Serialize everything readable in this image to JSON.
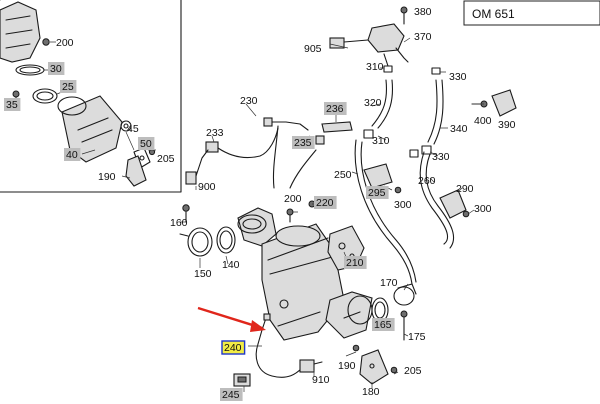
{
  "model_code": "OM 651",
  "colors": {
    "label_box": "#bdbdbd",
    "highlight_fill": "#f2ec45",
    "highlight_border": "#1f35c9",
    "arrow": "#e0261b"
  },
  "highlighted_part": "240",
  "callouts": [
    {
      "id": "c200a",
      "text": "200",
      "boxed": false
    },
    {
      "id": "c30",
      "text": "30",
      "boxed": true
    },
    {
      "id": "c25",
      "text": "25",
      "boxed": true
    },
    {
      "id": "c35",
      "text": "35",
      "boxed": true
    },
    {
      "id": "c45",
      "text": "45",
      "boxed": false
    },
    {
      "id": "c40",
      "text": "40",
      "boxed": true
    },
    {
      "id": "c50",
      "text": "50",
      "boxed": true
    },
    {
      "id": "c205a",
      "text": "205",
      "boxed": false
    },
    {
      "id": "c190a",
      "text": "190",
      "boxed": false
    },
    {
      "id": "c230",
      "text": "230",
      "boxed": false
    },
    {
      "id": "c233",
      "text": "233",
      "boxed": false
    },
    {
      "id": "c235",
      "text": "235",
      "boxed": true
    },
    {
      "id": "c236",
      "text": "236",
      "boxed": true
    },
    {
      "id": "c900",
      "text": "900",
      "boxed": false
    },
    {
      "id": "c380",
      "text": "380",
      "boxed": false
    },
    {
      "id": "c905",
      "text": "905",
      "boxed": false
    },
    {
      "id": "c370",
      "text": "370",
      "boxed": false
    },
    {
      "id": "c310a",
      "text": "310",
      "boxed": false
    },
    {
      "id": "c330a",
      "text": "330",
      "boxed": false
    },
    {
      "id": "c320",
      "text": "320",
      "boxed": false
    },
    {
      "id": "c310b",
      "text": "310",
      "boxed": false
    },
    {
      "id": "c400",
      "text": "400",
      "boxed": false
    },
    {
      "id": "c390",
      "text": "390",
      "boxed": false
    },
    {
      "id": "c340",
      "text": "340",
      "boxed": false
    },
    {
      "id": "c330b",
      "text": "330",
      "boxed": false
    },
    {
      "id": "c250",
      "text": "250",
      "boxed": false
    },
    {
      "id": "c295",
      "text": "295",
      "boxed": true
    },
    {
      "id": "c260",
      "text": "260",
      "boxed": false
    },
    {
      "id": "c290",
      "text": "290",
      "boxed": false
    },
    {
      "id": "c300a",
      "text": "300",
      "boxed": false
    },
    {
      "id": "c300b",
      "text": "300",
      "boxed": false
    },
    {
      "id": "c200b",
      "text": "200",
      "boxed": false
    },
    {
      "id": "c220",
      "text": "220",
      "boxed": true
    },
    {
      "id": "c160",
      "text": "160",
      "boxed": false
    },
    {
      "id": "c210",
      "text": "210",
      "boxed": true
    },
    {
      "id": "c150",
      "text": "150",
      "boxed": false
    },
    {
      "id": "c140",
      "text": "140",
      "boxed": false
    },
    {
      "id": "c170",
      "text": "170",
      "boxed": false
    },
    {
      "id": "c165",
      "text": "165",
      "boxed": true
    },
    {
      "id": "c175",
      "text": "175",
      "boxed": false
    },
    {
      "id": "c240",
      "text": "240",
      "boxed": true
    },
    {
      "id": "c190b",
      "text": "190",
      "boxed": false
    },
    {
      "id": "c910",
      "text": "910",
      "boxed": false
    },
    {
      "id": "c205b",
      "text": "205",
      "boxed": false
    },
    {
      "id": "c180",
      "text": "180",
      "boxed": false
    },
    {
      "id": "c245",
      "text": "245",
      "boxed": true
    }
  ]
}
